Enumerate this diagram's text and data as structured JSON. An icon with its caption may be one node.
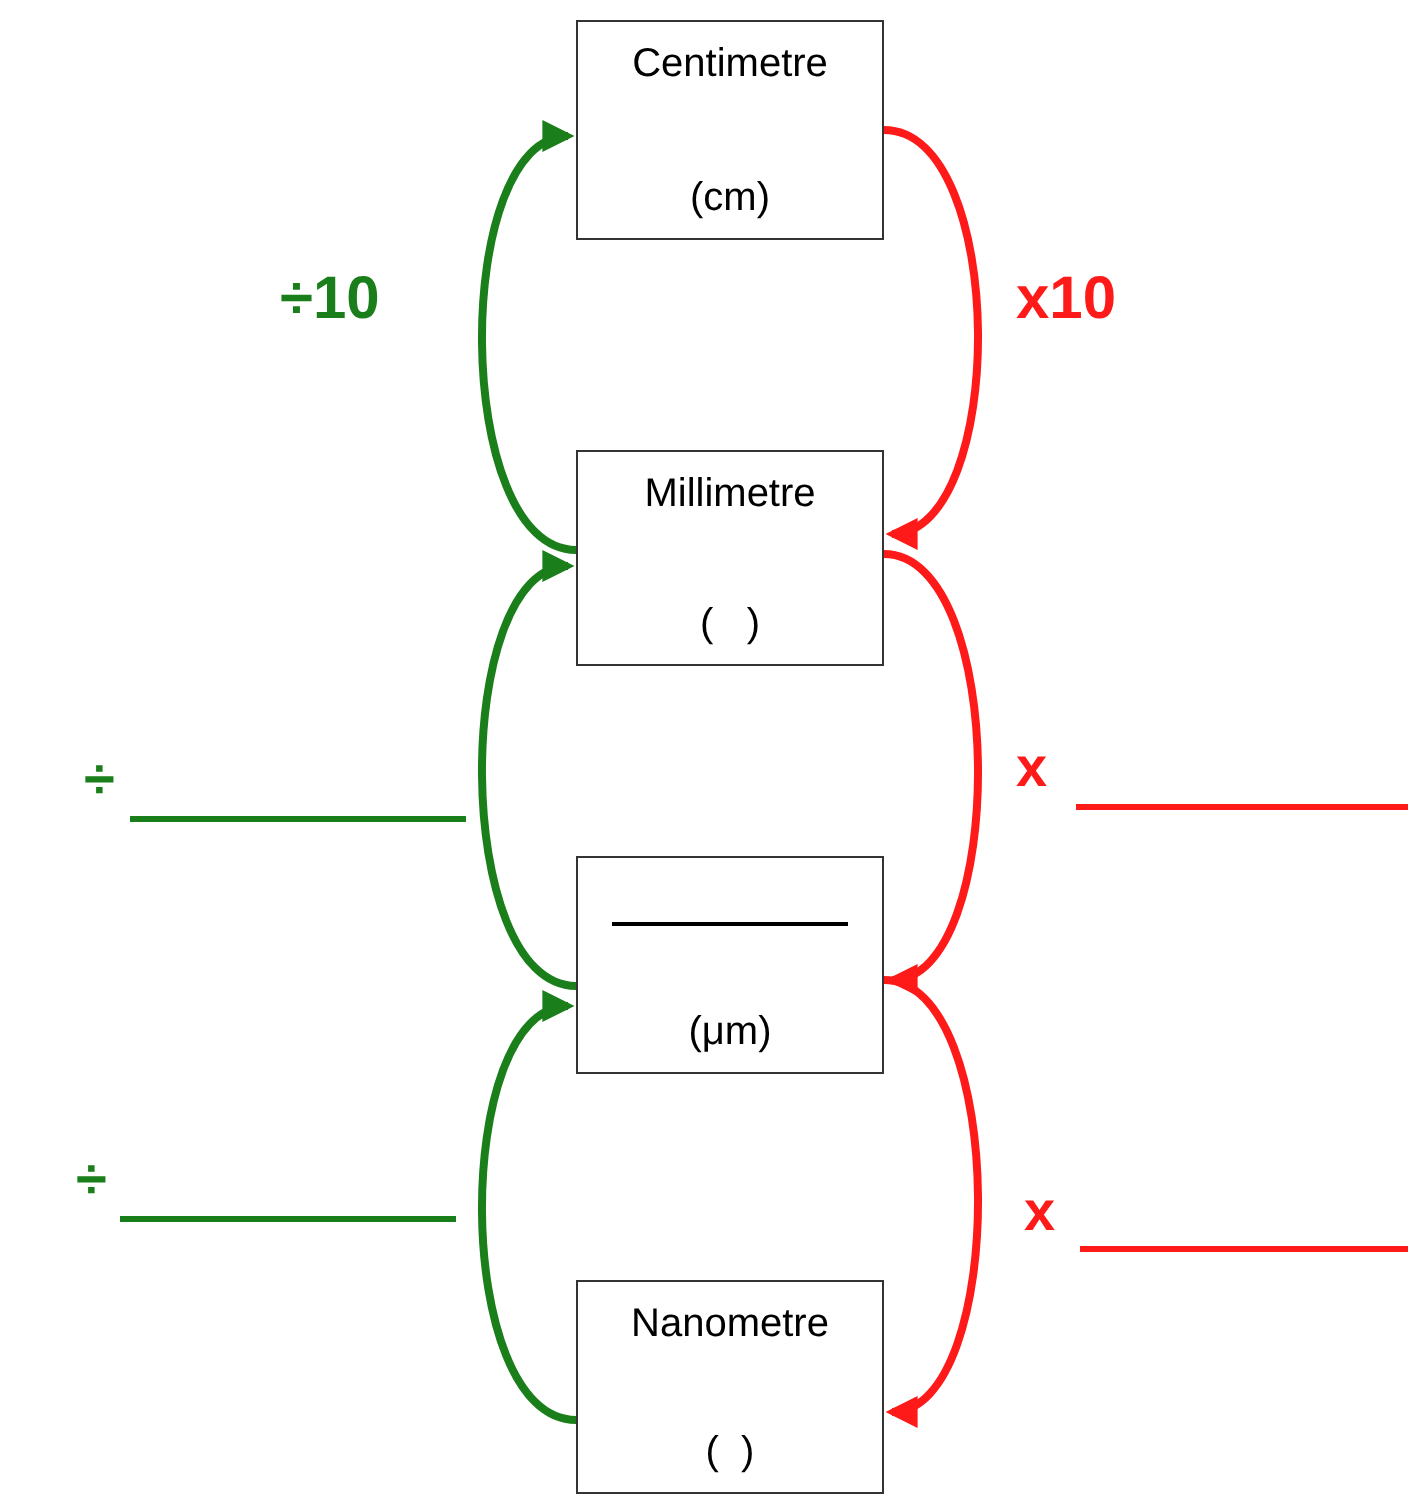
{
  "diagram": {
    "nodes": [
      {
        "text": [
          "Centimetre",
          "(cm)"
        ]
      },
      {
        "text": [
          "Millimetre",
          "(   )"
        ]
      },
      {
        "text": [
          "(μm)"
        ]
      },
      {
        "text": [
          "Nanometre",
          "(  )"
        ]
      }
    ],
    "edges": [
      {
        "from": 1,
        "to": 0,
        "arrow": "to",
        "label": "÷10",
        "color": "#1a7f1a"
      },
      {
        "from": 2,
        "to": 1,
        "arrow": "to",
        "color": "#1a7f1a"
      },
      {
        "from": 3,
        "to": 2,
        "arrow": "to",
        "color": "#1a7f1a"
      },
      {
        "from": 0,
        "to": 1,
        "arrow": "to",
        "label": "x10",
        "color": "#ff1a1a"
      },
      {
        "from": 1,
        "to": 2,
        "arrow": "to",
        "color": "#ff1a1a"
      },
      {
        "from": 2,
        "to": 3,
        "arrow": "to",
        "color": "#ff1a1a"
      }
    ],
    "labels": [
      "÷",
      "x",
      "÷",
      "x"
    ]
  }
}
